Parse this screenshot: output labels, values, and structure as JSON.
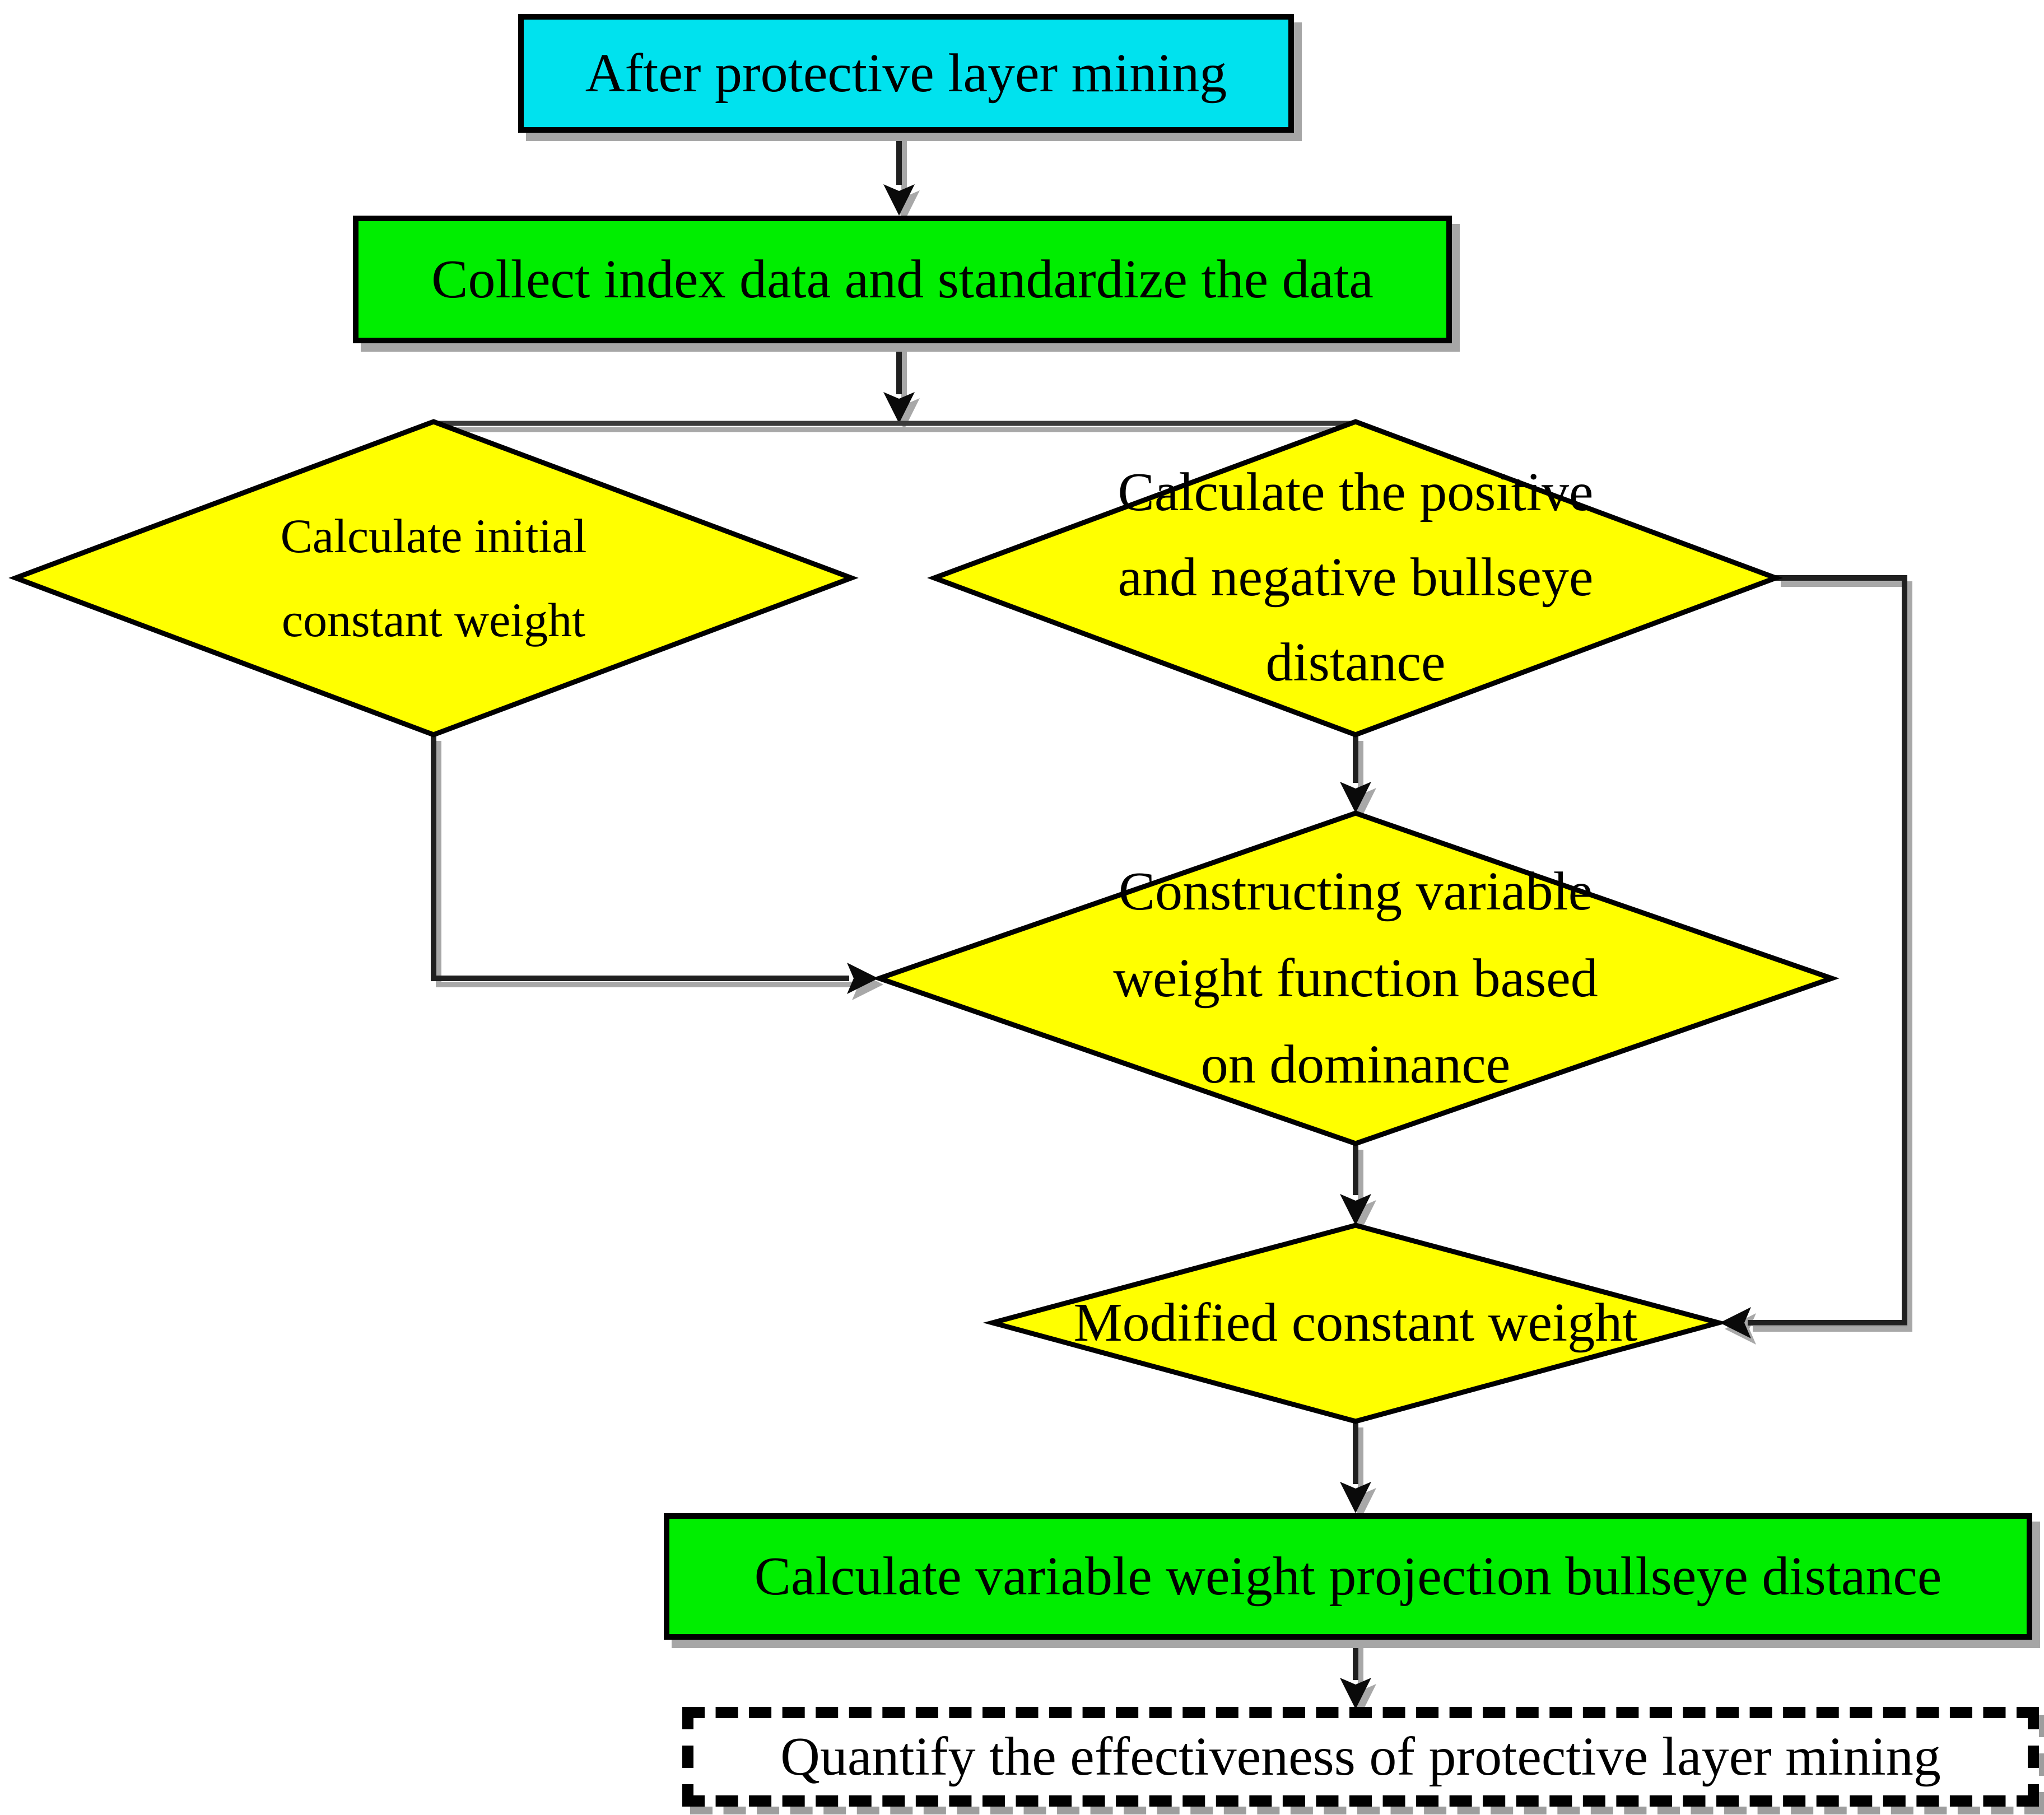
{
  "diagram": {
    "type": "flowchart",
    "colors": {
      "start_fill": "#00E2EE",
      "process_fill": "#00EE00",
      "decision_fill": "#FFFF00",
      "terminal_fill": "#FFFFFF",
      "line": "#1F1F1F",
      "shadow": "#A8A8A8",
      "text": "#000000"
    },
    "nodes": {
      "start": {
        "shape": "rectangle",
        "fill": "#00E2EE",
        "label": "After protective layer mining"
      },
      "collect": {
        "shape": "rectangle",
        "fill": "#00EE00",
        "label": "Collect index data and standardize the data"
      },
      "initial_weight": {
        "shape": "diamond",
        "fill": "#FFFF00",
        "lines": [
          "Calculate initial",
          "constant weight"
        ]
      },
      "bullseye_distance": {
        "shape": "diamond",
        "fill": "#FFFF00",
        "lines": [
          "Calculate the positive",
          "and negative bullseye",
          "distance"
        ]
      },
      "variable_weight": {
        "shape": "diamond",
        "fill": "#FFFF00",
        "lines": [
          "Constructing variable",
          "weight function based",
          "on dominance"
        ]
      },
      "modified_weight": {
        "shape": "diamond",
        "fill": "#FFFF00",
        "label": "Modified constant weight"
      },
      "projection_distance": {
        "shape": "rectangle",
        "fill": "#00EE00",
        "label": "Calculate variable weight projection bullseye distance"
      },
      "quantify": {
        "shape": "rectangle-dashed",
        "fill": "#FFFFFF",
        "label": "Quantify the effectiveness of protective layer mining"
      }
    },
    "edges": [
      {
        "from": "start",
        "to": "collect"
      },
      {
        "from": "collect",
        "to": "initial_weight"
      },
      {
        "from": "collect",
        "to": "bullseye_distance"
      },
      {
        "from": "initial_weight",
        "to": "variable_weight"
      },
      {
        "from": "bullseye_distance",
        "to": "variable_weight"
      },
      {
        "from": "bullseye_distance",
        "to": "modified_weight"
      },
      {
        "from": "variable_weight",
        "to": "modified_weight"
      },
      {
        "from": "modified_weight",
        "to": "projection_distance"
      },
      {
        "from": "projection_distance",
        "to": "quantify"
      }
    ]
  }
}
